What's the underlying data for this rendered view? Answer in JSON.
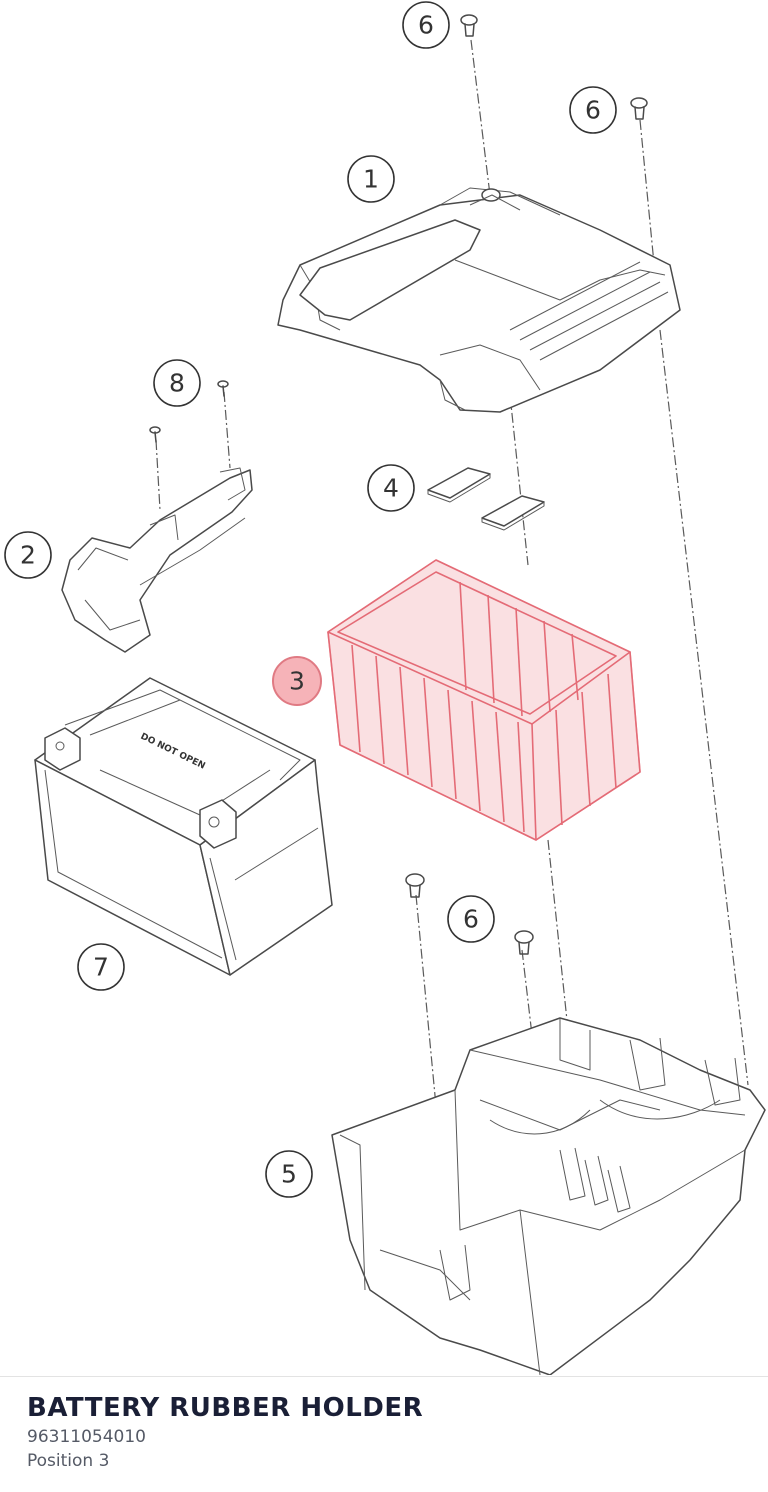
{
  "diagram": {
    "callouts": [
      {
        "id": "c1",
        "label": "1"
      },
      {
        "id": "c2",
        "label": "2"
      },
      {
        "id": "c3",
        "label": "3",
        "highlighted": true
      },
      {
        "id": "c4",
        "label": "4"
      },
      {
        "id": "c5",
        "label": "5"
      },
      {
        "id": "c6a",
        "label": "6"
      },
      {
        "id": "c6b",
        "label": "6"
      },
      {
        "id": "c6c",
        "label": "6"
      },
      {
        "id": "c7",
        "label": "7"
      },
      {
        "id": "c8",
        "label": "8"
      }
    ],
    "battery_warning": "DO NOT OPEN",
    "highlight_color": "#f6b3b8",
    "highlight_stroke": "#e46b76"
  },
  "selected_part": {
    "title": "BATTERY RUBBER HOLDER",
    "part_number": "96311054010",
    "position": "Position 3"
  }
}
